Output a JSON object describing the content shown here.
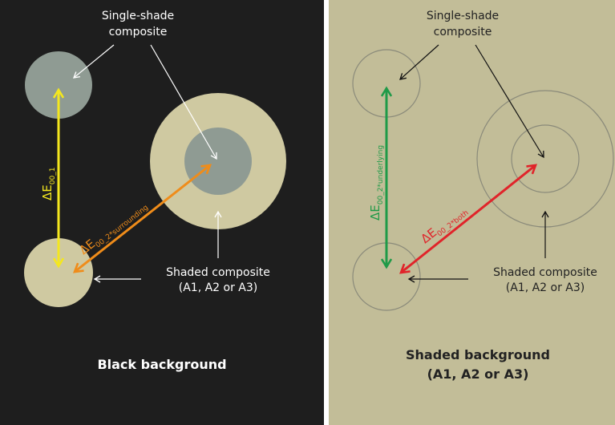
{
  "colors": {
    "black_bg": "#1e1e1e",
    "shaded_bg": "#c2bd98",
    "single_shade_fill": "#8f9b93",
    "shaded_fill": "#cfc9a1",
    "circle_outline": "#8a8a7a",
    "yellow": "#f4e71e",
    "orange": "#ef8c1a",
    "green": "#1f9a48",
    "red": "#e0242a"
  },
  "left_panel": {
    "single_shade_label_line1": "Single-shade",
    "single_shade_label_line2": "composite",
    "shaded_label_line1": "Shaded composite",
    "shaded_label_line2": "(A1, A2 or A3)",
    "background_title": "Black background",
    "delta_vertical": {
      "main": "ΔE",
      "sub": "00_1"
    },
    "delta_diagonal": {
      "main": "ΔE",
      "sub": "00_2*surrounding"
    }
  },
  "right_panel": {
    "single_shade_label_line1": "Single-shade",
    "single_shade_label_line2": "composite",
    "shaded_label_line1": "Shaded composite",
    "shaded_label_line2": "(A1, A2 or A3)",
    "background_title_line1": "Shaded background",
    "background_title_line2": "(A1, A2 or A3)",
    "delta_vertical": {
      "main": "ΔE",
      "sub": "00_2*underlying"
    },
    "delta_diagonal": {
      "main": "ΔE",
      "sub": "00_2*both"
    }
  }
}
